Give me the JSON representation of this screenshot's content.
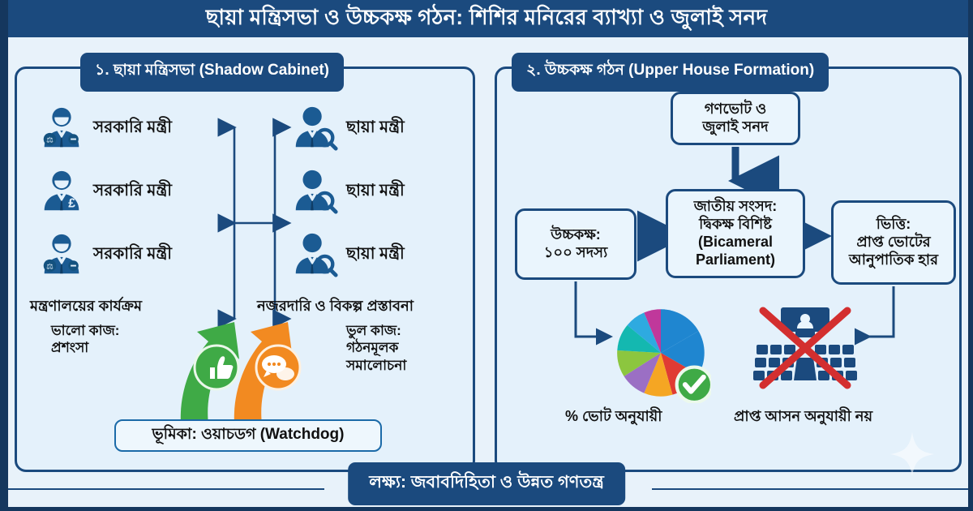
{
  "header": {
    "title": "ছায়া মন্ত্রিসভা ও উচ্চকক্ষ গঠন: শিশির মনিরের ব্যাখ্যা ও জুলাই সনদ"
  },
  "left_panel": {
    "badge": "১. ছায়া মন্ত্রিসভা (Shadow Cabinet)",
    "government_ministers": [
      {
        "label": "সরকারি মন্ত্রী",
        "icon": "minister-justice-icon",
        "badge_glyph": "⚖"
      },
      {
        "label": "সরকারি মন্ত্রী",
        "icon": "minister-finance-icon",
        "badge_glyph": "£"
      },
      {
        "label": "সরকারি মন্ত্রী",
        "icon": "minister-justice-icon",
        "badge_glyph": "⚖"
      }
    ],
    "shadow_ministers": [
      {
        "label": "ছায়া মন্ত্রী",
        "icon": "shadow-minister-magnifier-icon"
      },
      {
        "label": "ছায়া মন্ত্রী",
        "icon": "shadow-minister-magnifier-icon"
      },
      {
        "label": "ছায়া মন্ত্রী",
        "icon": "shadow-minister-magnifier-icon"
      }
    ],
    "government_caption": "মন্ত্রণালয়ের কার্যক্রম",
    "shadow_caption": "নজরদারি ও বিকল্প প্রস্তাবনা",
    "good_work": "ভালো কাজ:\nপ্রশংসা",
    "good_work_line1": "ভালো কাজ:",
    "good_work_line2": "প্রশংসা",
    "bad_work_line1": "ভুল কাজ:",
    "bad_work_line2": "গঠনমূলক",
    "bad_work_line3": "সমালোচনা",
    "role_box": "ভূমিকা: ওয়াচডগ (Watchdog)"
  },
  "right_panel": {
    "badge": "২. উচ্চকক্ষ গঠন (Upper House Formation)",
    "box_referendum_line1": "গণভোট ও",
    "box_referendum_line2": "জুলাই সনদ",
    "box_parliament_line1": "জাতীয় সংসদ:",
    "box_parliament_line2": "দ্বিকক্ষ বিশিষ্ট",
    "box_parliament_line3": "(Bicameral",
    "box_parliament_line4": "Parliament)",
    "box_upper_line1": "উচ্চকক্ষ:",
    "box_upper_line2": "১০০ সদস্য",
    "box_basis_line1": "ভিত্তি:",
    "box_basis_line2": "প্রাপ্ত ভোটের",
    "box_basis_line3": "আনুপাতিক হার",
    "caption_pie": "% ভোট অনুযায়ী",
    "caption_seats": "প্রাপ্ত আসন অনুযায়ী নয়",
    "pie_icon": "pie-chart-icon",
    "check_icon": "green-check-icon",
    "seats_icon": "parliament-seats-icon",
    "cross_icon": "red-cross-icon"
  },
  "footer": {
    "goal": "লক্ষ্য: জবাবদিহিতা ও উন্নত গণতন্ত্র"
  },
  "colors": {
    "navy": "#1b4a7e",
    "dark_navy": "#15375e",
    "panel_bg": "#e4f1fb",
    "page_bg": "#e8f2fa",
    "green": "#3faa46",
    "orange": "#f28a21",
    "red": "#d32f2f",
    "blue_icon": "#1b5b93"
  },
  "chart_data": {
    "type": "pie",
    "title": "% ভোট অনুযায়ী",
    "categories": [
      "Blue",
      "Red",
      "Orange",
      "Purple",
      "Green",
      "Teal",
      "Light Blue",
      "Magenta"
    ],
    "values": [
      19,
      13,
      14,
      9,
      13,
      10,
      9,
      13
    ],
    "colors": [
      "#1f86d0",
      "#e03b33",
      "#f5a623",
      "#9b6fc4",
      "#8cc63f",
      "#14b8b0",
      "#2eaae0",
      "#c0389b"
    ],
    "legend": "none",
    "grid": false
  }
}
